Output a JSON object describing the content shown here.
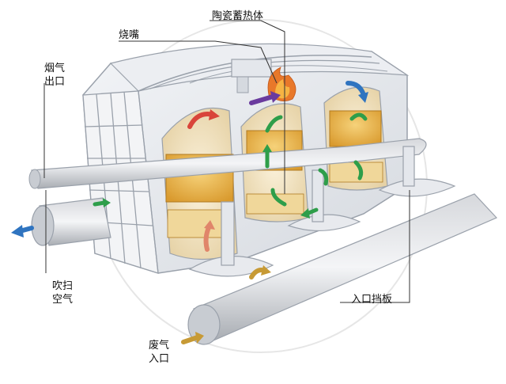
{
  "labels": {
    "burner": "烧嘴",
    "ceramic_media": "陶瓷蓄热体",
    "flue_gas_outlet": [
      "烟气",
      "出口"
    ],
    "purge_air": [
      "吹扫",
      "空气"
    ],
    "inlet_damper": "入口挡板",
    "waste_gas_inlet": [
      "废气",
      "入口"
    ]
  },
  "colors": {
    "housing": "#e4e7ec",
    "housing_line": "#9aa1ab",
    "ceramic": "#e8b94a",
    "pipe": "#b9bcc2",
    "arrow_red": "#d9453a",
    "arrow_green": "#2e9e4a",
    "arrow_blue": "#2f74c0",
    "arrow_purple": "#6a3b9e",
    "arrow_gold": "#c79a35",
    "flame": "#e8782a"
  },
  "icons": [
    "flame-icon",
    "flow-arrow-icon",
    "damper-valve-icon"
  ]
}
